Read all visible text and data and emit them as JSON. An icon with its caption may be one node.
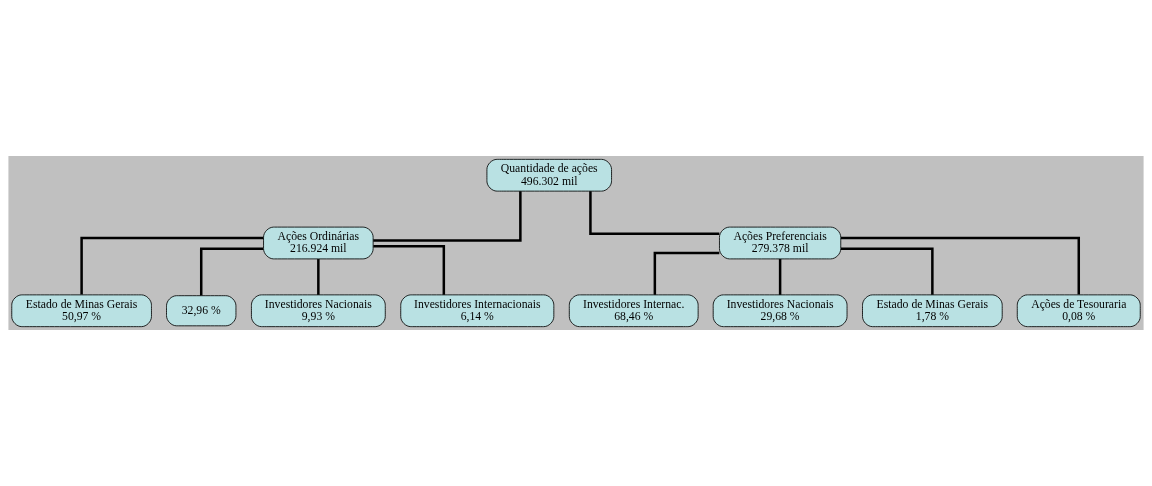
{
  "diagram": {
    "nodes": [
      {
        "text": [
          "Quantidade de ações",
          "496.302 mil"
        ]
      },
      {
        "text": [
          "Ações Ordinárias",
          "216.924 mil"
        ]
      },
      {
        "text": [
          "Ações Preferenciais",
          "279.378 mil"
        ]
      },
      {
        "text": [
          "Estado de Minas Gerais",
          "50,97 %"
        ]
      },
      {
        "text": [
          "32,96 %"
        ]
      },
      {
        "text": [
          "Investidores Nacionais",
          "9,93 %"
        ]
      },
      {
        "text": [
          "Investidores Internacionais",
          "6,14 %"
        ]
      },
      {
        "text": [
          "Investidores Internac.",
          "68,46 %"
        ]
      },
      {
        "text": [
          "Investidores Nacionais",
          "29,68 %"
        ]
      },
      {
        "text": [
          "Estado de Minas Gerais",
          "1,78 %"
        ]
      },
      {
        "text": [
          "Ações de Tesouraria",
          "0,08 %"
        ]
      }
    ],
    "edges": [
      {
        "from": 0,
        "to": 1,
        "arrow": "none"
      },
      {
        "from": 0,
        "to": 2,
        "arrow": "none"
      },
      {
        "from": 1,
        "to": 3,
        "arrow": "none"
      },
      {
        "from": 1,
        "to": 4,
        "arrow": "none"
      },
      {
        "from": 1,
        "to": 5,
        "arrow": "none"
      },
      {
        "from": 1,
        "to": 6,
        "arrow": "none"
      },
      {
        "from": 2,
        "to": 7,
        "arrow": "none"
      },
      {
        "from": 2,
        "to": 8,
        "arrow": "none"
      },
      {
        "from": 2,
        "to": 9,
        "arrow": "none"
      },
      {
        "from": 2,
        "to": 10,
        "arrow": "none"
      }
    ]
  }
}
